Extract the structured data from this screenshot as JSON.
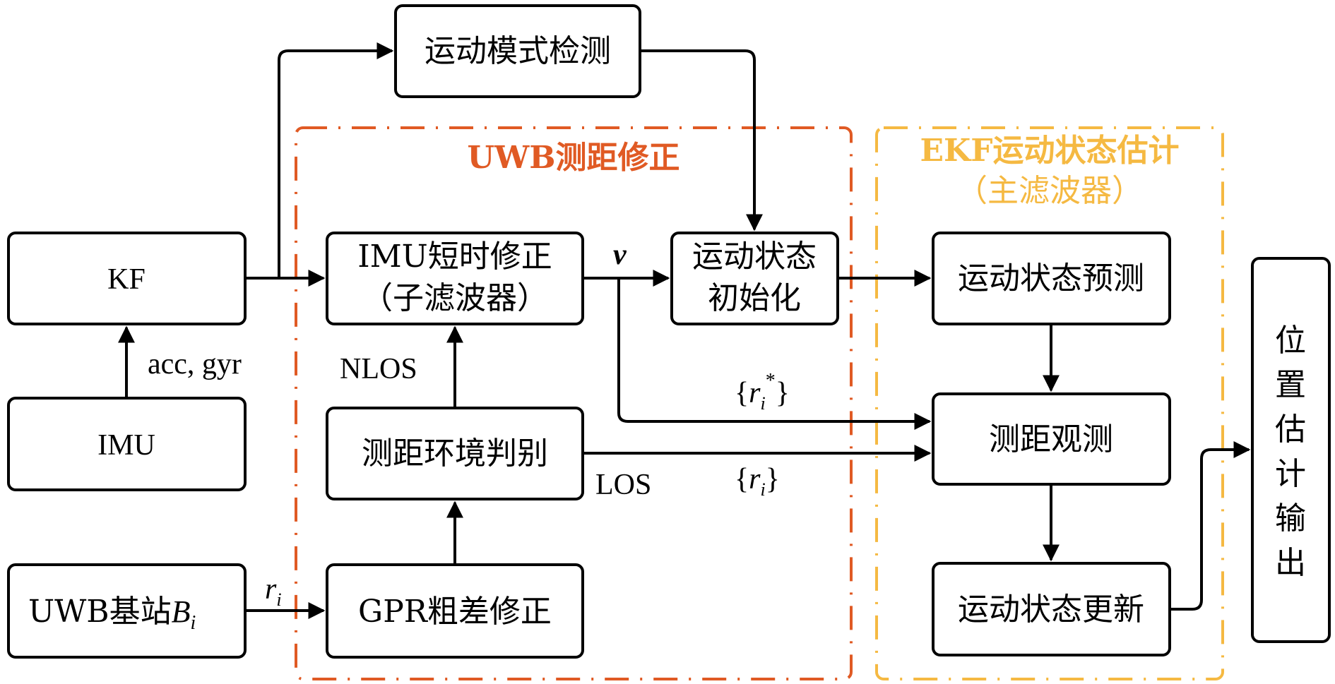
{
  "regions": {
    "uwb": {
      "title": "UWB测距修正",
      "color": "#e05a24"
    },
    "ekf": {
      "title_line1": "EKF运动状态估计",
      "title_line2": "（主滤波器）",
      "color": "#f5b942"
    }
  },
  "nodes": {
    "motion_mode": "运动模式检测",
    "kf": "KF",
    "imu": "IMU",
    "uwb_base": "UWB基站",
    "uwb_base_sym": "B",
    "uwb_base_sub": "i",
    "imu_short_line1": "IMU短时修正",
    "imu_short_line2": "（子滤波器）",
    "env_judge": "测距环境判别",
    "gpr": "GPR粗差修正",
    "init_line1": "运动状态",
    "init_line2": "初始化",
    "predict": "运动状态预测",
    "observe": "测距观测",
    "update": "运动状态更新",
    "output": [
      "位",
      "置",
      "估",
      "计",
      "输",
      "出"
    ]
  },
  "edge_labels": {
    "acc_gyr": "acc, gyr",
    "nlos": "NLOS",
    "los": "LOS",
    "v": "v",
    "r": "r",
    "i": "i",
    "star": "*",
    "lbrace": "{",
    "rbrace": "}"
  }
}
